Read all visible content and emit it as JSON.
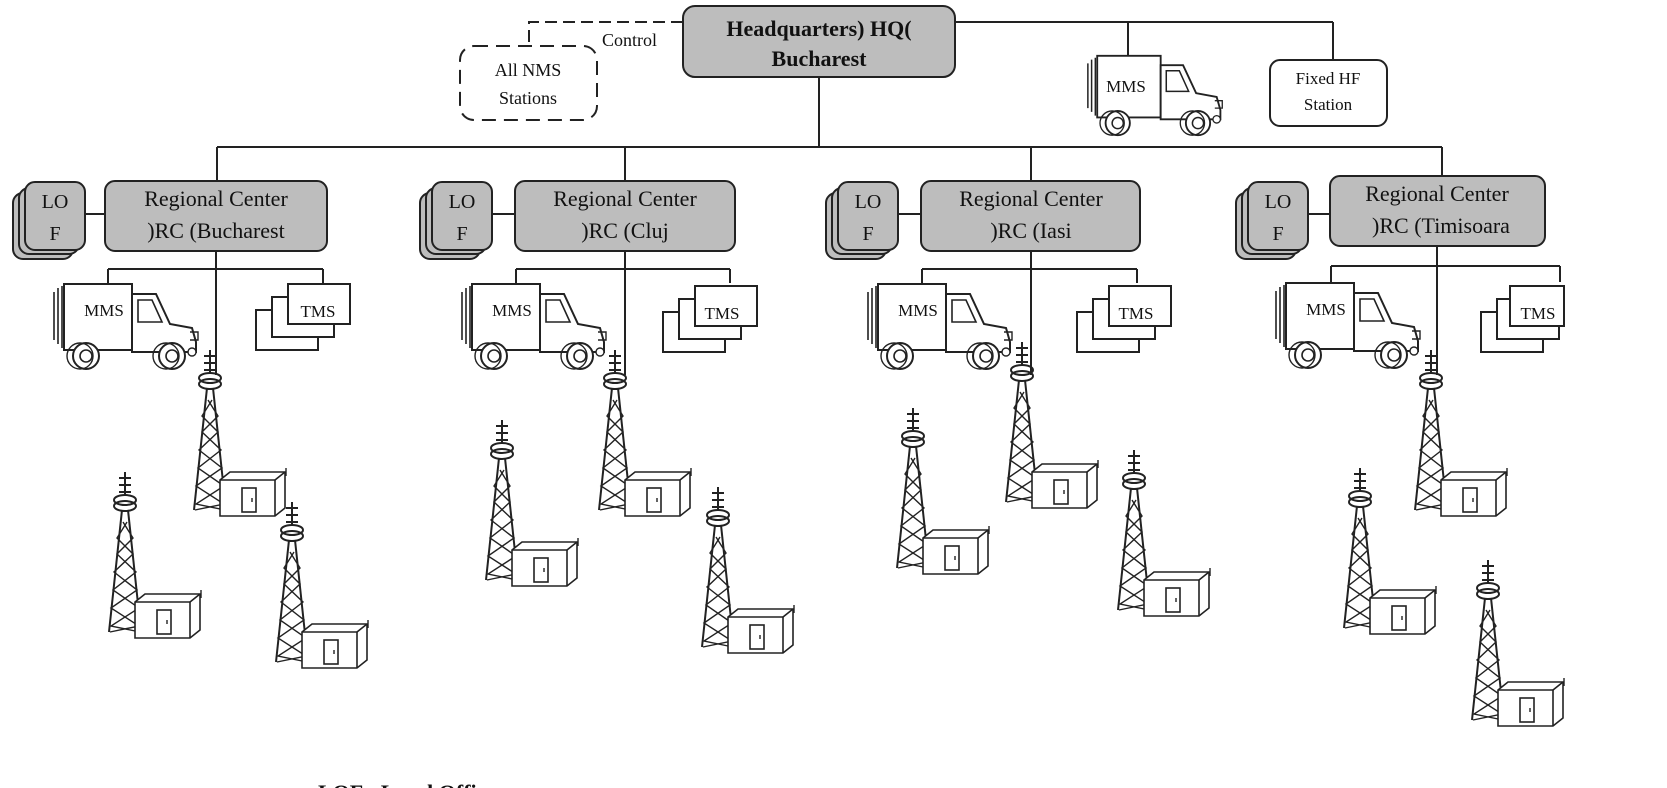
{
  "hq": {
    "line1": "Headquarters) HQ(",
    "line2": "Bucharest"
  },
  "control_label": "Control",
  "nms": {
    "line1": "All NMS",
    "line2": "Stations"
  },
  "hq_mms_label": "MMS",
  "fixed_hf": {
    "line1": "Fixed HF",
    "line2": "Station"
  },
  "regions": [
    {
      "line1": "Regional Center",
      "line2": ")RC (Bucharest",
      "lof_1": "LO",
      "lof_2": "F",
      "mms": "MMS",
      "tms": "TMS"
    },
    {
      "line1": "Regional Center",
      "line2": ")RC (Cluj",
      "lof_1": "LO",
      "lof_2": "F",
      "mms": "MMS",
      "tms": "TMS"
    },
    {
      "line1": "Regional Center",
      "line2": ")RC (Iasi",
      "lof_1": "LO",
      "lof_2": "F",
      "mms": "MMS",
      "tms": "TMS"
    },
    {
      "line1": "Regional Center",
      "line2": ")RC (Timisoara",
      "lof_1": "LO",
      "lof_2": "F",
      "mms": "MMS",
      "tms": "TMS"
    }
  ],
  "footnote": "LOF - Local Office"
}
